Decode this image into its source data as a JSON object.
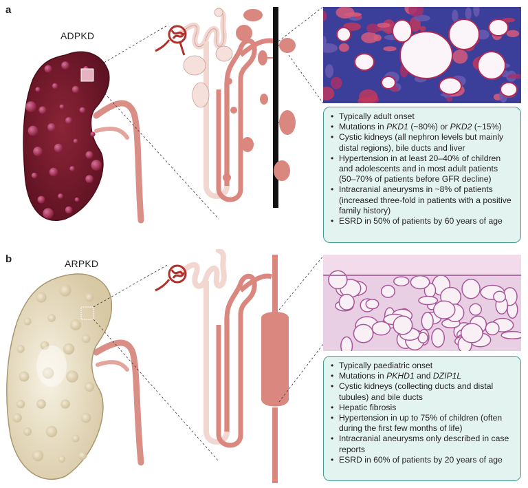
{
  "panel_a": {
    "letter": "a",
    "title": "ADPKD",
    "bullets": [
      {
        "segments": [
          {
            "t": "Typically adult onset"
          }
        ]
      },
      {
        "segments": [
          {
            "t": "Mutations in "
          },
          {
            "t": "PKD1",
            "i": true
          },
          {
            "t": " (~80%) or "
          },
          {
            "t": "PKD2",
            "i": true
          },
          {
            "t": " (~15%)"
          }
        ]
      },
      {
        "segments": [
          {
            "t": "Cystic kidneys (all nephron levels but mainly distal regions),  bile ducts and liver"
          }
        ]
      },
      {
        "segments": [
          {
            "t": "Hypertension in at least 20–40% of children and adolescents and in most adult patients (50–70% of patients before GFR decline)"
          }
        ]
      },
      {
        "segments": [
          {
            "t": "Intracranial aneurysms in ~8% of patients (increased three-fold in patients with a positive family history)"
          }
        ]
      },
      {
        "segments": [
          {
            "t": "ESRD in 50% of patients by 60 years of age"
          }
        ]
      }
    ]
  },
  "panel_b": {
    "letter": "b",
    "title": "ARPKD",
    "bullets": [
      {
        "segments": [
          {
            "t": "Typically paediatric onset"
          }
        ]
      },
      {
        "segments": [
          {
            "t": "Mutations in "
          },
          {
            "t": "PKHD1",
            "i": true
          },
          {
            "t": " and "
          },
          {
            "t": "DZIP1L",
            "i": true
          }
        ]
      },
      {
        "segments": [
          {
            "t": "Cystic kidneys (collecting ducts and distal tubules) and bile ducts"
          }
        ]
      },
      {
        "segments": [
          {
            "t": "Hepatic fibrosis"
          }
        ]
      },
      {
        "segments": [
          {
            "t": "Hypertension in up to 75% of children (often during the first few months of life)"
          }
        ]
      },
      {
        "segments": [
          {
            "t": "Intracranial aneurysms only described in case reports"
          }
        ]
      },
      {
        "segments": [
          {
            "t": "ESRD in 60% of patients by 20 years of age"
          }
        ]
      }
    ]
  },
  "colors": {
    "adpkd_kidney": "#7a1a2c",
    "arpkd_kidney": "#e8dcc0",
    "glomerulus": "#b0302c",
    "proximal_tubule": "#f2d6d0",
    "distal_tubule": "#d9877f",
    "collecting_duct_adpkd": "#111111",
    "info_box_fill": "#e3f3ef",
    "info_box_border": "#3d9c8c"
  }
}
